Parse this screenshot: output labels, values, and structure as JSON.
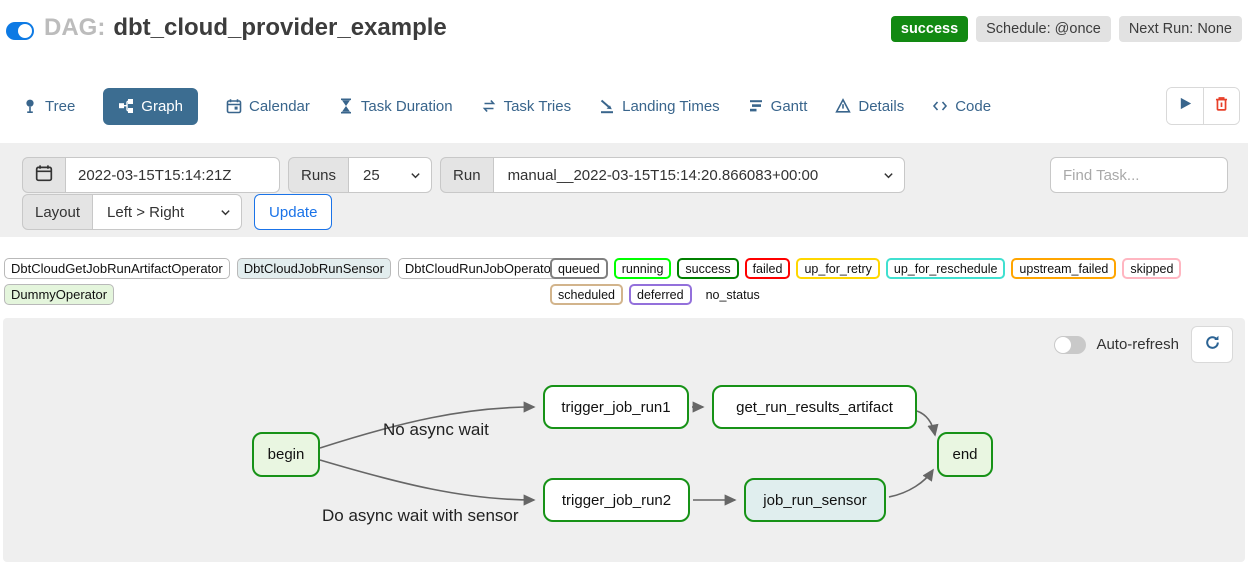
{
  "header": {
    "dag_label": "DAG:",
    "dag_title": "dbt_cloud_provider_example",
    "toggle_on": true,
    "badges": {
      "status": "success",
      "schedule": "Schedule: @once",
      "next_run": "Next Run: None"
    },
    "colors": {
      "status_badge_bg": "#128912",
      "toggle_blue": "#0d7ae4"
    }
  },
  "tabs": [
    {
      "label": "Tree",
      "icon": "tree-icon",
      "active": false
    },
    {
      "label": "Graph",
      "icon": "graph-icon",
      "active": true
    },
    {
      "label": "Calendar",
      "icon": "calendar-icon",
      "active": false
    },
    {
      "label": "Task Duration",
      "icon": "hourglass-icon",
      "active": false
    },
    {
      "label": "Task Tries",
      "icon": "repeat-icon",
      "active": false
    },
    {
      "label": "Landing Times",
      "icon": "plane-landing-icon",
      "active": false
    },
    {
      "label": "Gantt",
      "icon": "gantt-icon",
      "active": false
    },
    {
      "label": "Details",
      "icon": "details-icon",
      "active": false
    },
    {
      "label": "Code",
      "icon": "code-icon",
      "active": false
    }
  ],
  "toolbar": {
    "play_icon": "play-icon",
    "delete_icon": "trash-icon"
  },
  "filters": {
    "base_date": "2022-03-15T15:14:21Z",
    "runs_label": "Runs",
    "runs_value": "25",
    "run_label": "Run",
    "run_value": "manual__2022-03-15T15:14:20.866083+00:00",
    "find_task_placeholder": "Find Task...",
    "layout_label": "Layout",
    "layout_value": "Left > Right",
    "update_label": "Update"
  },
  "legend": {
    "operators": [
      {
        "label": "DbtCloudGetJobRunArtifactOperator",
        "fill": "#ffffff"
      },
      {
        "label": "DbtCloudJobRunSensor",
        "fill": "#e2edee"
      },
      {
        "label": "DbtCloudRunJobOperator",
        "fill": "#ffffff"
      },
      {
        "label": "DummyOperator",
        "fill": "#e4f5dc"
      }
    ],
    "statuses": [
      {
        "label": "queued",
        "color": "#808080"
      },
      {
        "label": "running",
        "color": "#00ff00"
      },
      {
        "label": "success",
        "color": "#008000"
      },
      {
        "label": "failed",
        "color": "#ff0000"
      },
      {
        "label": "up_for_retry",
        "color": "#ffd700"
      },
      {
        "label": "up_for_reschedule",
        "color": "#40e0d0"
      },
      {
        "label": "upstream_failed",
        "color": "#ffa500"
      },
      {
        "label": "skipped",
        "color": "#ffb6c1"
      },
      {
        "label": "scheduled",
        "color": "#d2b48c"
      },
      {
        "label": "deferred",
        "color": "#9370db"
      },
      {
        "label": "no_status",
        "color": "none"
      }
    ]
  },
  "graph": {
    "auto_refresh_label": "Auto-refresh",
    "auto_refresh_on": false,
    "refresh_icon": "refresh-icon",
    "node_border_color": "#179217",
    "edge_color": "#666666",
    "nodes": [
      {
        "id": "begin",
        "label": "begin",
        "fill": "#e9f6e1",
        "state": "success"
      },
      {
        "id": "trigger_job_run1",
        "label": "trigger_job_run1",
        "fill": "#ffffff",
        "state": "success"
      },
      {
        "id": "get_run_results_artifact",
        "label": "get_run_results_artifact",
        "fill": "#ffffff",
        "state": "success"
      },
      {
        "id": "end",
        "label": "end",
        "fill": "#e9f6e1",
        "state": "success"
      },
      {
        "id": "trigger_job_run2",
        "label": "trigger_job_run2",
        "fill": "#ffffff",
        "state": "success"
      },
      {
        "id": "job_run_sensor",
        "label": "job_run_sensor",
        "fill": "#e0eeee",
        "state": "success"
      }
    ],
    "edges": [
      {
        "from": "begin",
        "to": "trigger_job_run1"
      },
      {
        "from": "begin",
        "to": "trigger_job_run2"
      },
      {
        "from": "trigger_job_run1",
        "to": "get_run_results_artifact"
      },
      {
        "from": "get_run_results_artifact",
        "to": "end"
      },
      {
        "from": "trigger_job_run2",
        "to": "job_run_sensor"
      },
      {
        "from": "job_run_sensor",
        "to": "end"
      }
    ],
    "edge_labels": [
      {
        "text": "No async wait"
      },
      {
        "text": "Do async wait with sensor"
      }
    ]
  }
}
